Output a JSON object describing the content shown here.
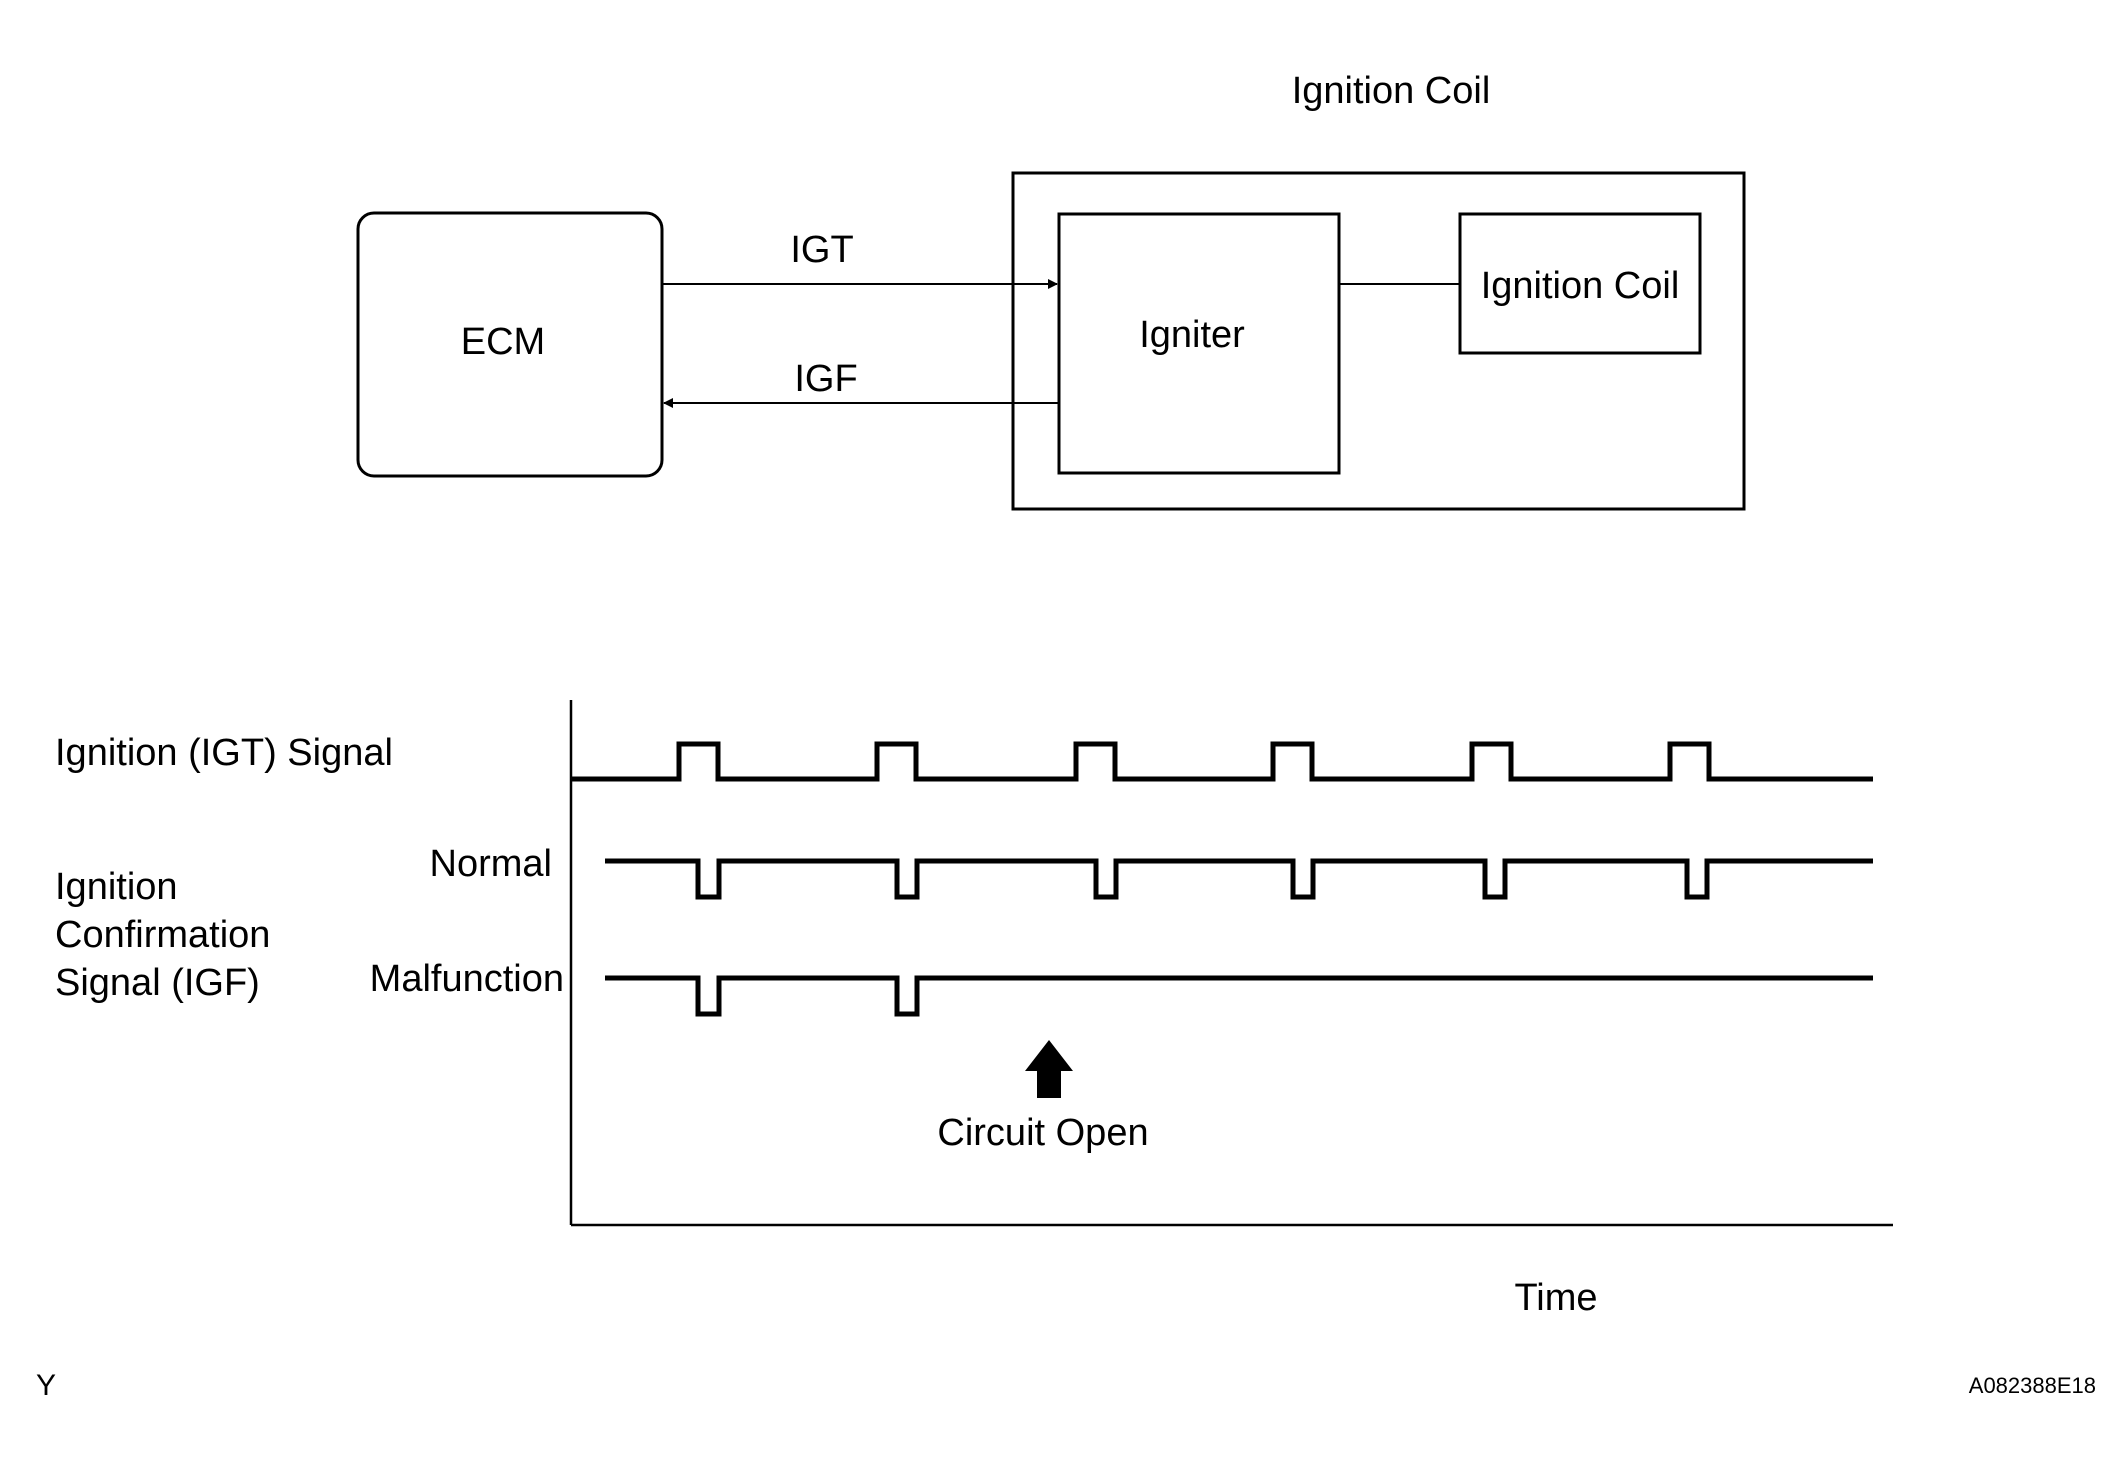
{
  "block_diagram": {
    "assembly_title": "Ignition Coil",
    "ecm_label": "ECM",
    "igniter_label": "Igniter",
    "coil_label": "Ignition Coil",
    "igt_label": "IGT",
    "igf_label": "IGF"
  },
  "timing_chart": {
    "igt_signal_label": "Ignition (IGT) Signal",
    "igf_group_label_line1": "Ignition",
    "igf_group_label_line2": "Confirmation",
    "igf_group_label_line3": "Signal (IGF)",
    "normal_label": "Normal",
    "malfunction_label": "Malfunction",
    "circuit_open_label": "Circuit Open",
    "time_axis_label": "Time"
  },
  "chart_data": {
    "type": "line",
    "xlabel": "Time",
    "series": [
      {
        "name": "Ignition (IGT) Signal",
        "pulse_direction": "up",
        "pulses": 6
      },
      {
        "name": "Normal",
        "pulse_direction": "down",
        "pulses": 6
      },
      {
        "name": "Malfunction",
        "pulse_direction": "down",
        "pulses": 2
      }
    ],
    "annotation": "Circuit Open"
  },
  "footer": {
    "left_code": "Y",
    "figure_id": "A082388E18"
  }
}
